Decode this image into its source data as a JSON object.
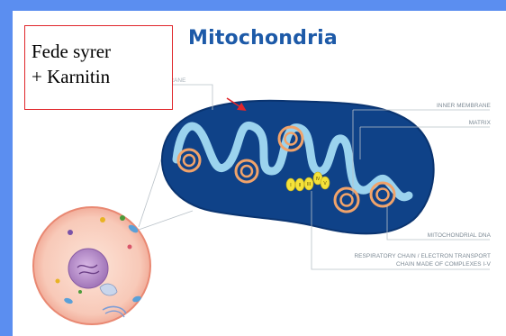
{
  "title": "Mitochondria",
  "callout": {
    "line1": "Fede syrer",
    "line2": "+ Karnitin"
  },
  "labels": {
    "outer_membrane": "OUTER MEMBRANE",
    "inner_membrane": "INNER MEMBRANE",
    "matrix": "MATRIX",
    "mitochondrial_dna": "MITOCHONDRIAL DNA",
    "respiratory_chain_line1": "RESPIRATORY CHAIN / ELECTRON TRANSPORT",
    "respiratory_chain_line2": "CHAIN MADE OF COMPLEXES I-V"
  },
  "complex_labels": [
    "I",
    "II",
    "III",
    "IV",
    "V"
  ],
  "colors": {
    "page_background": "#5b8ef0",
    "title": "#1d5aa8",
    "outer_membrane": "#0d3d7d",
    "inner_membrane": "#9bd3ee",
    "dna_ring": "#f1a36a",
    "complex": "#f4e23a",
    "arrow": "#e0262b",
    "cell": "#f3b9a6"
  }
}
